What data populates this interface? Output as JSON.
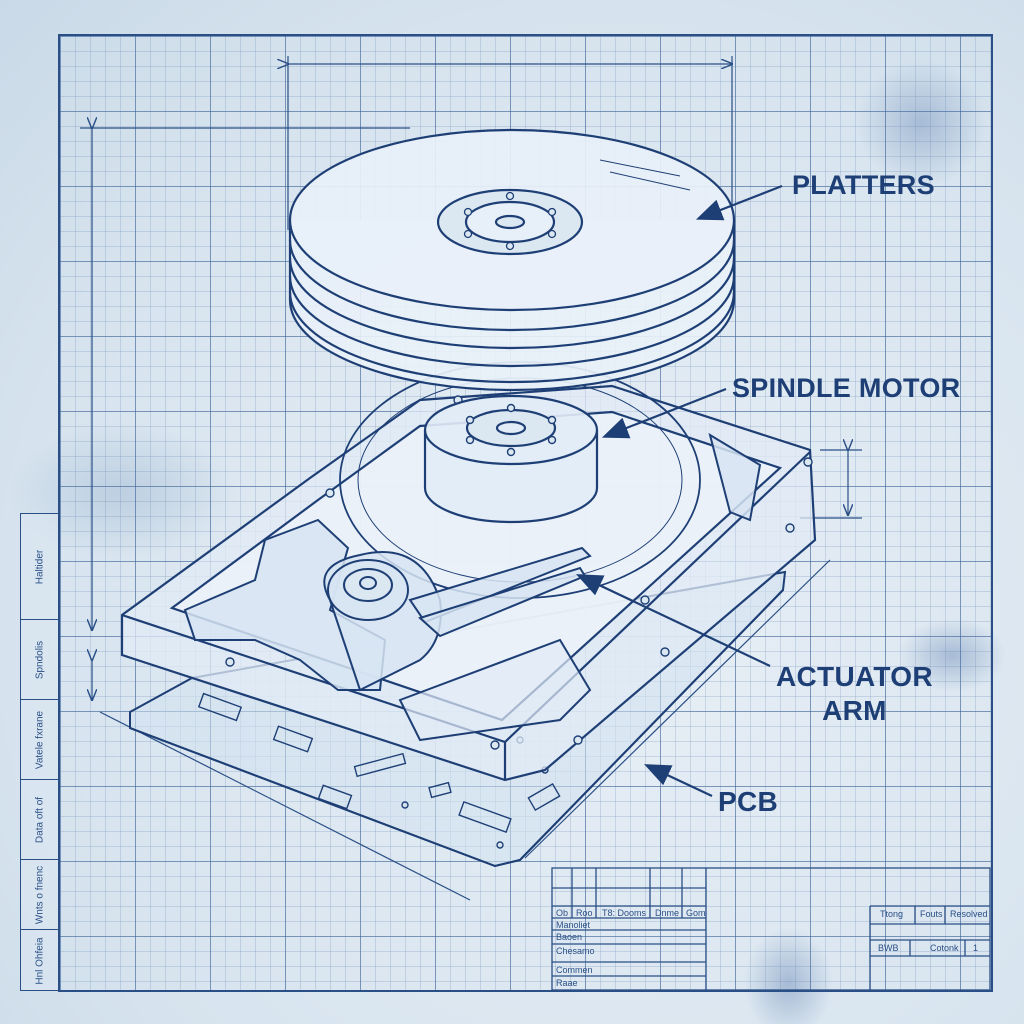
{
  "callouts": {
    "platters": "PLATTERS",
    "spindle_motor": "SPINDLE MOTOR",
    "actuator_line1": "ACTUATOR",
    "actuator_line2": "ARM",
    "pcb": "PCB"
  },
  "side_block": [
    "Haltider",
    "Spndolis",
    "Vatele fxrane",
    "Data oft of",
    "Wnts o fnenc",
    "Hnl Ohfeia"
  ],
  "title_block": {
    "left_headers": [
      "Ob",
      "Roo",
      "T8: Dooms",
      "Dnme",
      "Gom"
    ],
    "left_rows": [
      "Manoliet",
      "Baoen",
      "Chesamo",
      "Commen",
      "Raae"
    ],
    "right_headers": [
      "Ttong",
      "Fouts",
      "Resolved"
    ],
    "right_row": [
      "BWB",
      "Cotonk",
      "1"
    ]
  },
  "colors": {
    "ink": "#1e3f75",
    "line": "#2a4f86",
    "paper": "#dbe7f1"
  }
}
